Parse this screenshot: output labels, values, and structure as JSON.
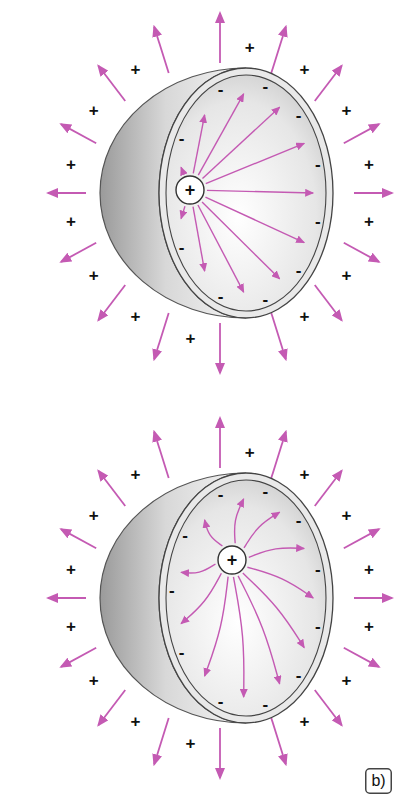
{
  "diagram": {
    "nodes": [
      {
        "text": [
          "+"
        ]
      },
      {
        "text": [
          "+"
        ]
      },
      {
        "text": [
          "b)"
        ]
      }
    ],
    "labels": [
      "+",
      "+",
      "+",
      "+",
      "+",
      "+",
      "+",
      "+",
      "+",
      "+",
      "+",
      "+",
      "+",
      "+",
      "-",
      "-",
      "-",
      "-",
      "-",
      "-",
      "-",
      "-",
      "-",
      "-",
      "+",
      "+",
      "+",
      "+",
      "+",
      "+",
      "+",
      "+",
      "+",
      "+",
      "+",
      "+",
      "+",
      "+",
      "-",
      "-",
      "-",
      "-",
      "-",
      "-",
      "-",
      "-",
      "-",
      "-",
      "-"
    ]
  }
}
